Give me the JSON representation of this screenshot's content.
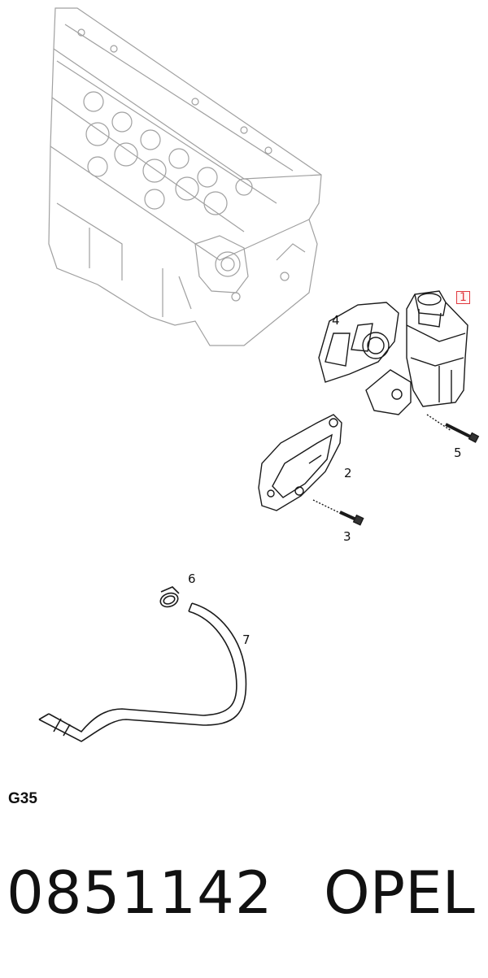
{
  "callouts": {
    "c1": "1",
    "c2": "2",
    "c3": "3",
    "c4": "4",
    "c5": "5",
    "c6": "6",
    "c7": "7"
  },
  "group_code": "G35",
  "part_number": "0851142",
  "brand": "OPEL",
  "colors": {
    "line_art": "#9a9a9a",
    "part_outline": "#1a1a1a",
    "highlight": "#e0383e"
  }
}
